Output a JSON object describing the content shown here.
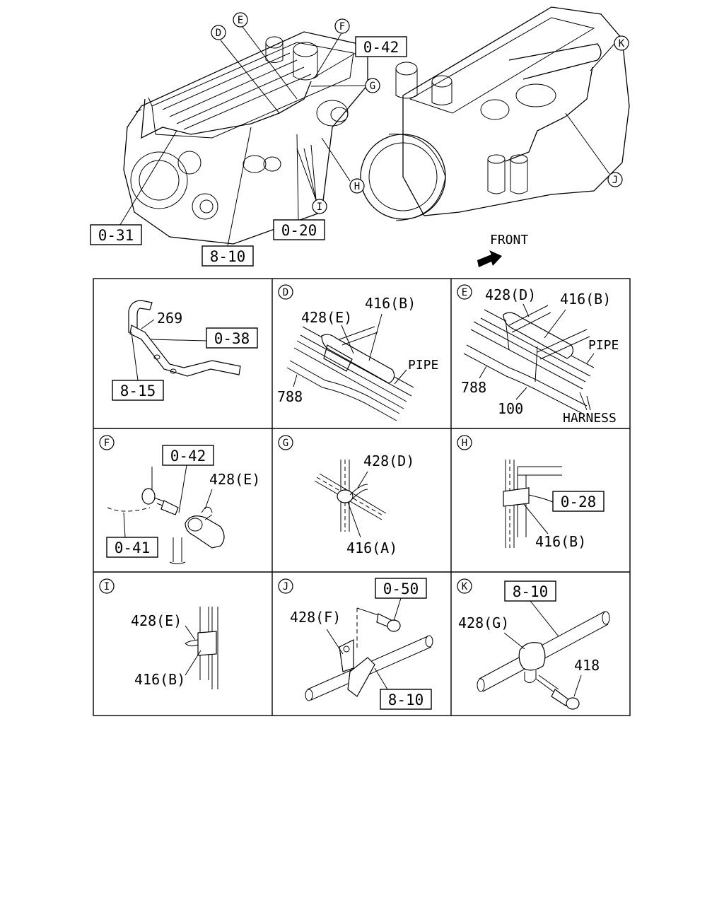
{
  "overview": {
    "callouts": [
      "D",
      "E",
      "F",
      "G",
      "H",
      "I",
      "J",
      "K"
    ],
    "refs": [
      "0-42",
      "0-31",
      "8-10",
      "0-20"
    ],
    "front_label": "FRONT"
  },
  "panels": [
    {
      "letter": "",
      "labels": [
        "269"
      ],
      "refs": [
        "0-38",
        "8-15"
      ]
    },
    {
      "letter": "D",
      "labels": [
        "428(E)",
        "416(B)",
        "PIPE",
        "788"
      ],
      "refs": []
    },
    {
      "letter": "E",
      "labels": [
        "428(D)",
        "416(B)",
        "PIPE",
        "788",
        "100",
        "HARNESS"
      ],
      "refs": []
    },
    {
      "letter": "F",
      "labels": [
        "428(E)"
      ],
      "refs": [
        "0-42",
        "0-41"
      ]
    },
    {
      "letter": "G",
      "labels": [
        "428(D)",
        "416(A)"
      ],
      "refs": []
    },
    {
      "letter": "H",
      "labels": [
        "416(B)"
      ],
      "refs": [
        "0-28"
      ]
    },
    {
      "letter": "I",
      "labels": [
        "428(E)",
        "416(B)"
      ],
      "refs": []
    },
    {
      "letter": "J",
      "labels": [
        "428(F)"
      ],
      "refs": [
        "0-50",
        "8-10"
      ]
    },
    {
      "letter": "K",
      "labels": [
        "428(G)",
        "418"
      ],
      "refs": [
        "8-10"
      ]
    }
  ]
}
